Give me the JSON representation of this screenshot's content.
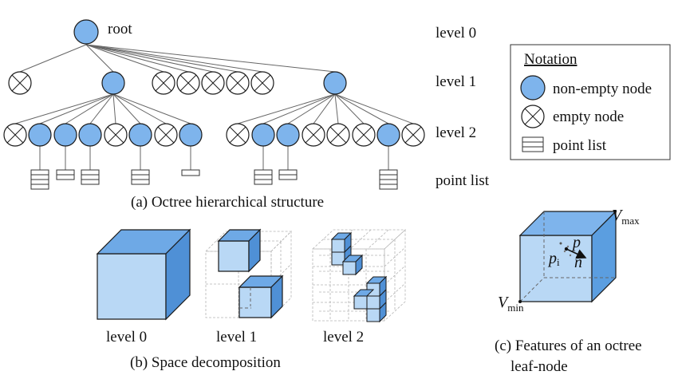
{
  "tree": {
    "root_label": "root",
    "level_labels": [
      "level 0",
      "level 1",
      "level 2",
      "point list"
    ],
    "caption": "(a) Octree hierarchical structure"
  },
  "notation": {
    "title": "Notation",
    "items": [
      "non-empty node",
      "empty node",
      "point list"
    ]
  },
  "space": {
    "level_labels": [
      "level 0",
      "level 1",
      "level 2"
    ],
    "caption": "(b) Space decomposition"
  },
  "leaf": {
    "caption_line1": "(c) Features of an octree",
    "caption_line2": "leaf-node",
    "v_max": "V",
    "v_max_sub": "max",
    "v_min": "V",
    "v_min_sub": "min",
    "p": "p",
    "p_i": "p",
    "p_i_sub": "i",
    "n": "n"
  },
  "colors": {
    "node_fill": "#7eb4ec",
    "cube_front": "#b9d8f5",
    "cube_top": "#6ea9e6",
    "cube_side": "#4f90d6"
  }
}
